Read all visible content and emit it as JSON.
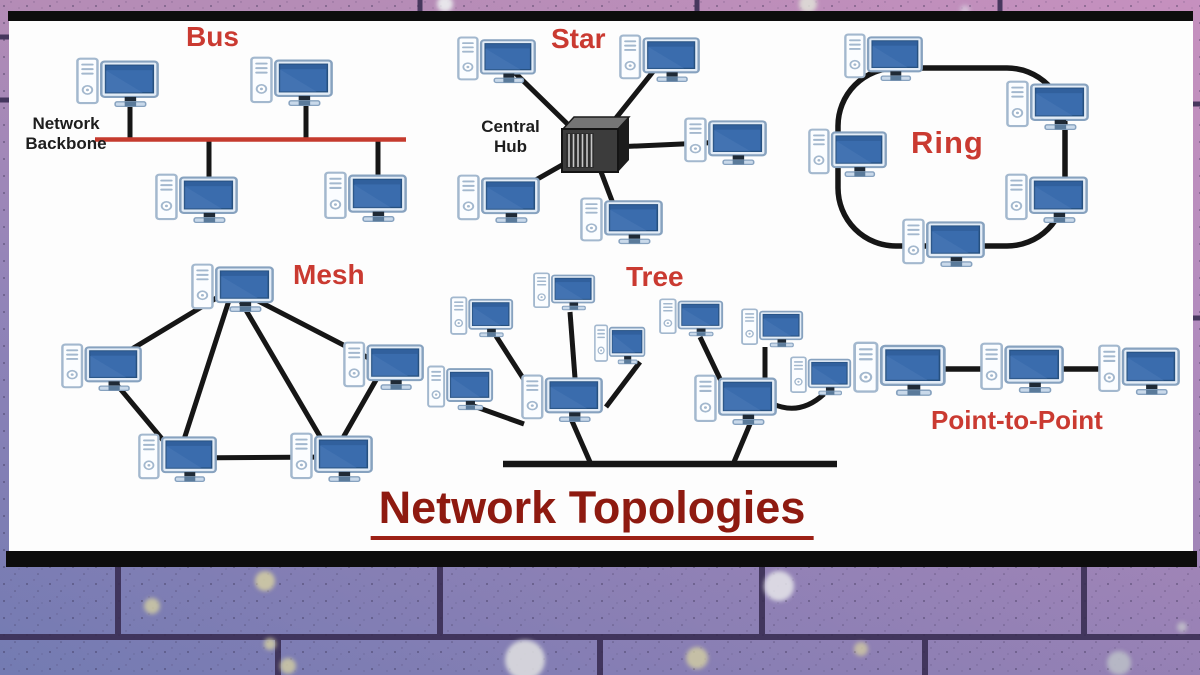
{
  "title": {
    "text": "Network Topologies"
  },
  "topologies": {
    "bus": {
      "label": "Bus",
      "backbone_label": "Network\nBackbone",
      "computer_count": 4
    },
    "star": {
      "label": "Star",
      "hub_label": "Central\nHub",
      "computer_count": 5
    },
    "ring": {
      "label": "Ring",
      "computer_count": 5
    },
    "mesh": {
      "label": "Mesh",
      "computer_count": 5
    },
    "tree": {
      "label": "Tree",
      "computer_count": 9
    },
    "point_to_point": {
      "label": "Point-to-Point",
      "computer_count": 3
    }
  },
  "colors": {
    "section_label_red": "#ca3a31",
    "title_red": "#8e1a10",
    "backbone_line_red": "#c53b2e",
    "connection_line_black": "#161616",
    "monitor_screen_blue": "#3a6cad",
    "wall_purple": "#a287bb",
    "wall_blue": "#6c7ab2",
    "board_white": "#fdfdfd"
  },
  "icons": {
    "computer": "computer-icon",
    "hub": "central-hub-icon"
  }
}
